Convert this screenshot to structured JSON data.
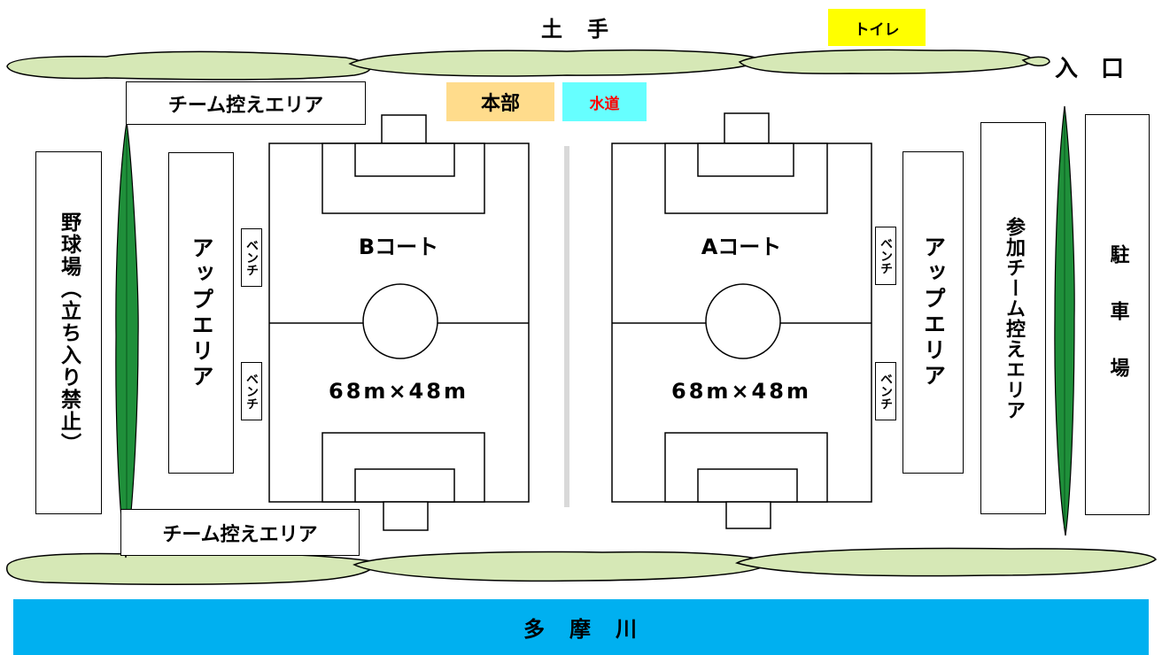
{
  "top_label": "土　手",
  "entrance": "入　口",
  "toilet": "トイレ",
  "headquarters": "本部",
  "water": "水道",
  "team_area_top": "チーム控えエリア",
  "team_area_bottom": "チーム控えエリア",
  "baseball": "野球場（立ち入り禁止）",
  "warmup_left": "アップエリア",
  "warmup_right": "アップエリア",
  "bench": "ベンチ",
  "participating_team_area": "参加チーム控えエリア",
  "parking": "駐　車　場",
  "court_b": {
    "name": "Bコート",
    "size": "68m×48m"
  },
  "court_a": {
    "name": "Aコート",
    "size": "68m×48m"
  },
  "river": "多　摩　川",
  "colors": {
    "tree_fill": "#d6e8b6",
    "hedge_green": "#1f8f3a",
    "headquarters_bg": "#ffdc8c",
    "water_bg": "#66ffff",
    "water_text": "#ff0000",
    "toilet_bg": "#ffff00",
    "river_bg": "#00b0f0"
  }
}
